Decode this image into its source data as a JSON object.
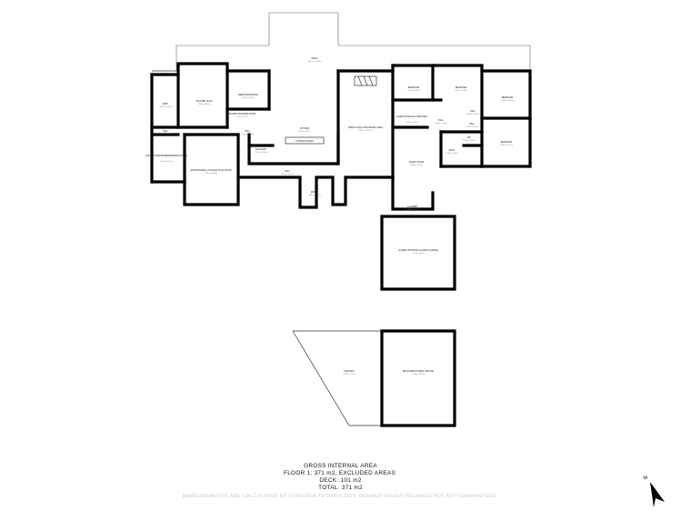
{
  "rooms": [
    {
      "id": "deck",
      "name": "DECK",
      "dims": "20.52 m x 3.24 m"
    },
    {
      "id": "bath",
      "name": "BATH",
      "dims": "2.34 m x 4.19 m"
    },
    {
      "id": "master-suite",
      "name": "MASTER SUITE",
      "dims": "3.89 m x 5.80 m"
    },
    {
      "id": "bedroom-office",
      "name": "BEDROOM/OFFICE",
      "dims": "4.15 m x 3.39 m"
    },
    {
      "id": "laundry-powder",
      "name": "LAUNDRY/POWDER ROOM",
      "dims": "1.51 m x 1.52 m"
    },
    {
      "id": "kitchen",
      "name": "KITCHEN",
      "dims": "6.11 m x 4.42 m"
    },
    {
      "id": "kitchen-island",
      "name": "KITCHEN ISLAND",
      "dims": ""
    },
    {
      "id": "scullery",
      "name": "SCULLERY",
      "dims": "2.10 m x 1.40 m"
    },
    {
      "id": "hall-1",
      "name": "HALL",
      "dims": "1.54 m x 2.23 m"
    },
    {
      "id": "hall-2",
      "name": "HALL",
      "dims": "1.21 m x 1.65 m"
    },
    {
      "id": "hall-3",
      "name": "HALL",
      "dims": "6.81 m x 1.10 m"
    },
    {
      "id": "walk-in-wardrobe",
      "name": "WALK-IN WARDROBE/DRESSING ROOM",
      "dims": "2.61 m x 2.23 m"
    },
    {
      "id": "entertaining-lounge",
      "name": "ENTERTAINING LOUNGE/LIVING ROOM",
      "dims": "4.93 m x 6.36 m"
    },
    {
      "id": "entry",
      "name": "ENTRY",
      "dims": "2.88 m x 2.23 m"
    },
    {
      "id": "open-plan-living",
      "name": "OPEN PLAN LIVING/DINING AREA",
      "dims": "6.88 m x 12.20 m"
    },
    {
      "id": "bedroom-1",
      "name": "BEDROOM",
      "dims": "3.57 m x 3.18 m"
    },
    {
      "id": "bedroom-2",
      "name": "BEDROOM",
      "dims": "3.61 m x 3.29 m"
    },
    {
      "id": "bedroom-3",
      "name": "BEDROOM",
      "dims": "3.48 m x 3.54 m"
    },
    {
      "id": "bedroom-4",
      "name": "BEDROOM",
      "dims": "3.56 m x 3.72 m"
    },
    {
      "id": "linen-storage",
      "name": "LINEN/STORAGE CUPBOARD",
      "dims": "1.30 m x 1.52 m"
    },
    {
      "id": "hall-4",
      "name": "HALL",
      "dims": "1.02 m x 1.55 m"
    },
    {
      "id": "hall-5",
      "name": "HALL",
      "dims": "3.82 m x 1.49 m"
    },
    {
      "id": "hall-6",
      "name": "HALL",
      "dims": "1.37 m x 1.25 m"
    },
    {
      "id": "family-room",
      "name": "FAMILY ROOM",
      "dims": "3.88 m x 4.25 m"
    },
    {
      "id": "bath-2",
      "name": "BATH",
      "dims": "2.10 m x 1.58 m"
    },
    {
      "id": "wc",
      "name": "WC",
      "dims": "1.02 m x 1.52 m"
    },
    {
      "id": "laundry",
      "name": "LAUNDRY",
      "dims": "2.88 m x 1.57 m"
    },
    {
      "id": "double-garage",
      "name": "DOUBLE INTERNAL ACCESS GARAGE",
      "dims": "7.17 m x 6.94 m"
    },
    {
      "id": "carport",
      "name": "CARPORT",
      "dims": "7.44 m x 9.17 m"
    },
    {
      "id": "detached-garage",
      "name": "DETACHED DOUBLE GARAGE",
      "dims": "7.34 m x 8.23 m"
    }
  ],
  "summary": {
    "title": "GROSS INTERNAL AREA",
    "line1": "FLOOR 1: 371 m2, EXCLUDED AREAS:",
    "line2": "DECK: 101 m2",
    "line3": "TOTAL: 371 m2",
    "disclaimer": "MEASUREMENTS ARE CALCULATED BY CUBICASA TECHNOLOGY. DEEMED HIGHLY RELIABLE BUT NOT GUARANTEED."
  },
  "compass": {
    "label": "N"
  }
}
